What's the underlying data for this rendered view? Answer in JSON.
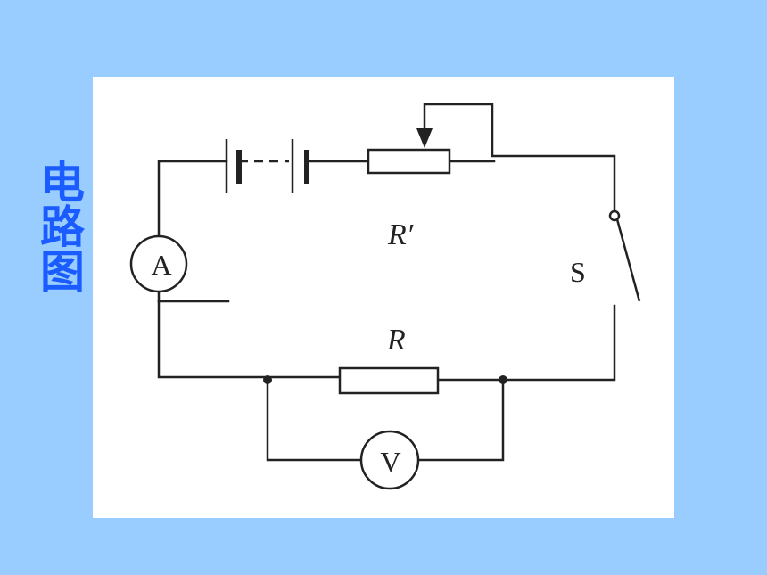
{
  "title": "电路图",
  "labels": {
    "ammeter": "A",
    "voltmeter": "V",
    "rheostat": "R′",
    "resistor": "R",
    "switch": "S"
  },
  "colors": {
    "background": "#99ccff",
    "panel": "#ffffff",
    "title": "#1a5cff",
    "line": "#222222"
  }
}
